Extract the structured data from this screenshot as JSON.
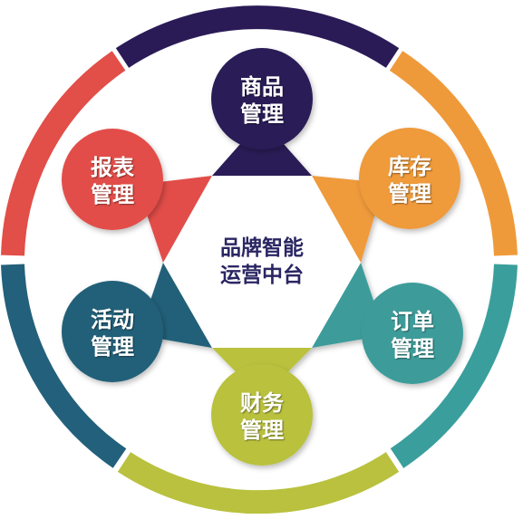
{
  "center": {
    "line1": "品牌智能",
    "line2": "运营中台"
  },
  "nodes": [
    {
      "id": "product",
      "line1": "商品",
      "line2": "管理",
      "color": "#2a1b57"
    },
    {
      "id": "inventory",
      "line1": "库存",
      "line2": "管理",
      "color": "#ef9a3a"
    },
    {
      "id": "order",
      "line1": "订单",
      "line2": "管理",
      "color": "#3d9c9a"
    },
    {
      "id": "finance",
      "line1": "财务",
      "line2": "管理",
      "color": "#b9c13e"
    },
    {
      "id": "activity",
      "line1": "活动",
      "line2": "管理",
      "color": "#236079"
    },
    {
      "id": "report",
      "line1": "报表",
      "line2": "管理",
      "color": "#e24e48"
    }
  ],
  "ring_colors": {
    "top": "#2a1b57",
    "top_right": "#ef9a3a",
    "bottom_right": "#3a9f9c",
    "bottom": "#b9c13e",
    "bottom_left": "#23607b",
    "top_left": "#e24e48"
  }
}
